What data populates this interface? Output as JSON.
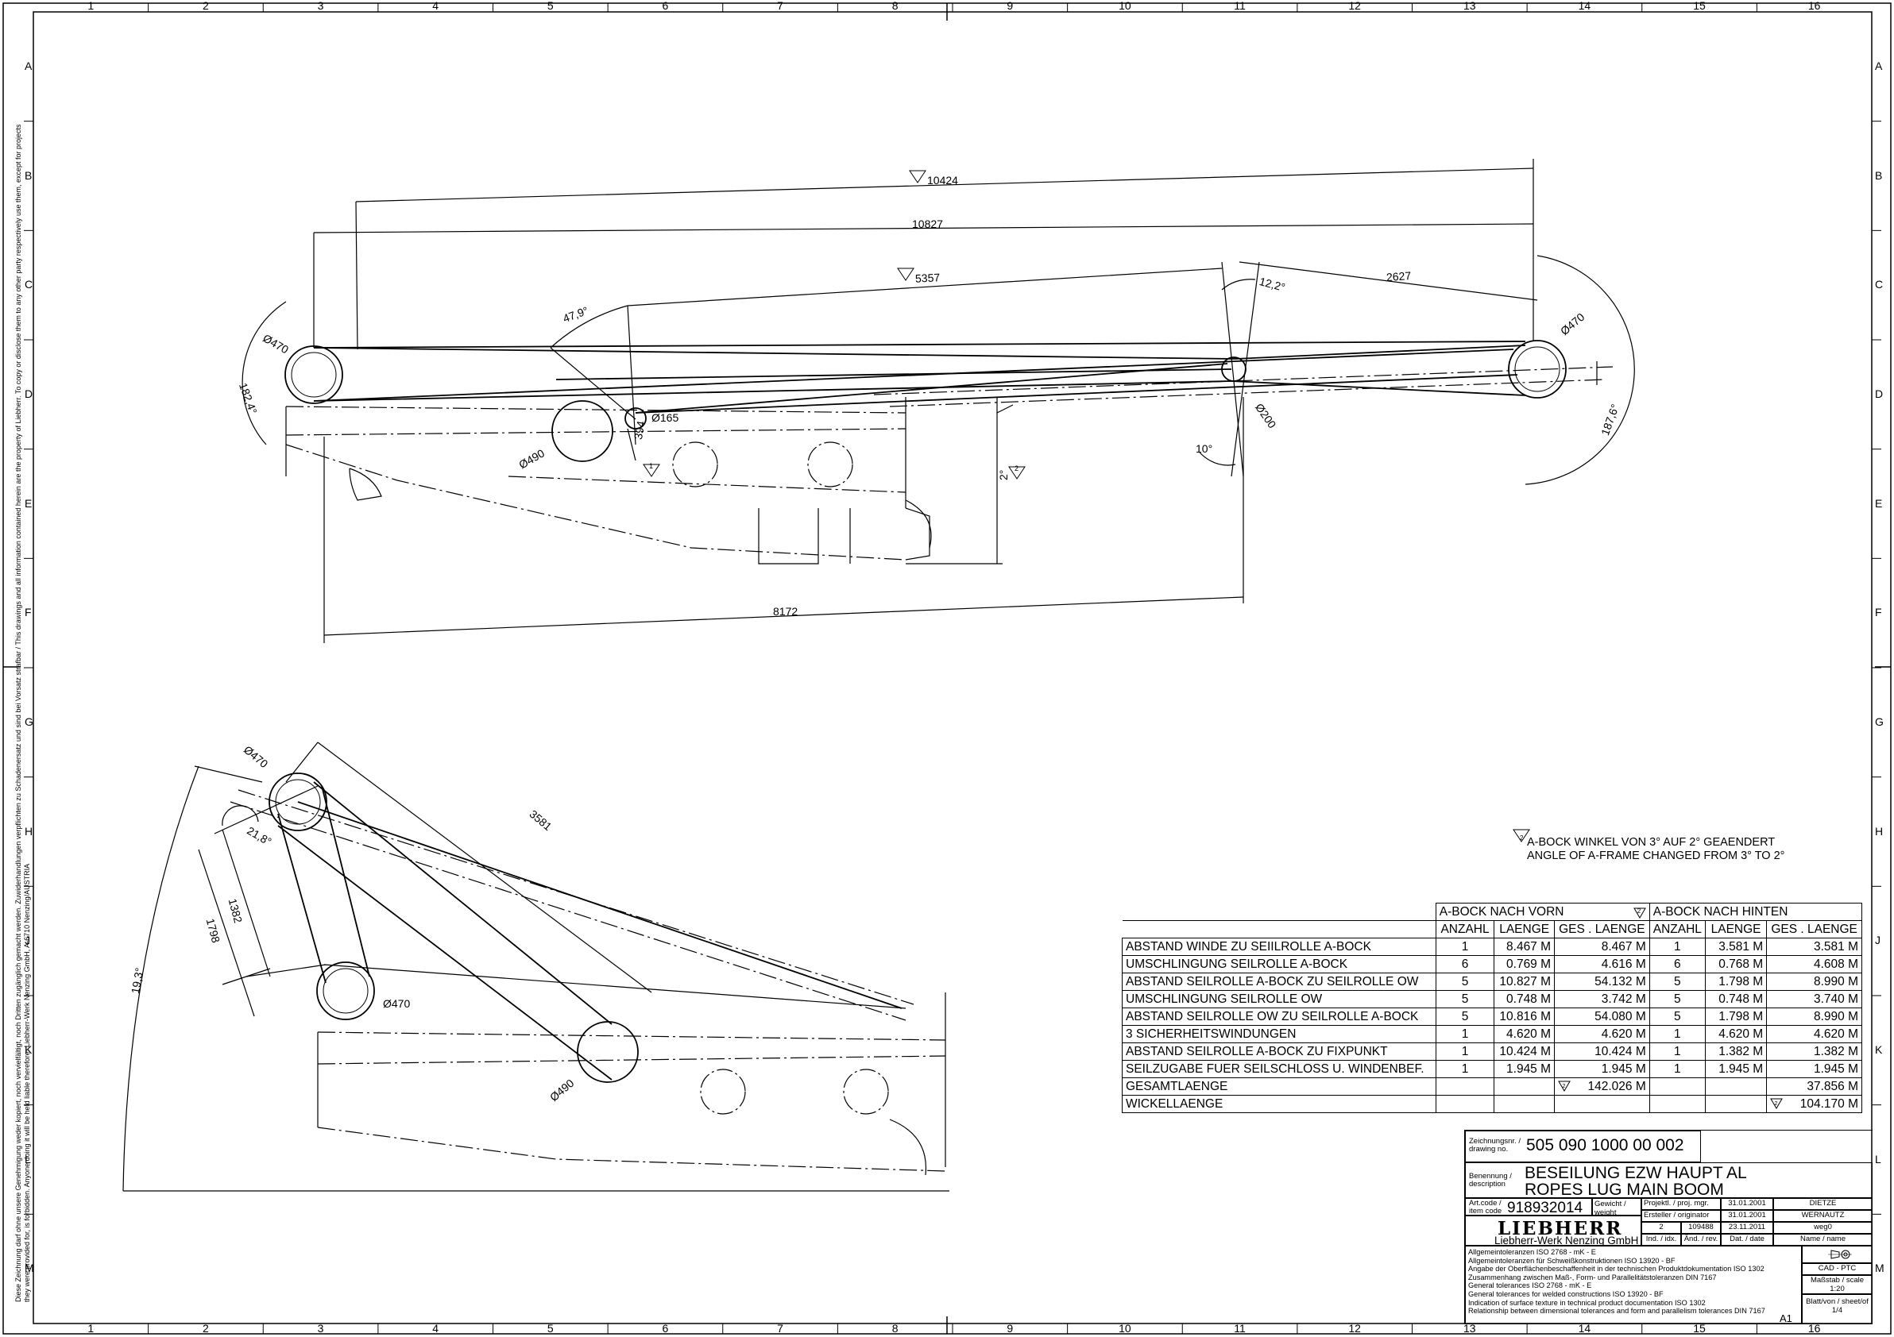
{
  "zones": {
    "columns": [
      "1",
      "2",
      "3",
      "4",
      "5",
      "6",
      "7",
      "8",
      "9",
      "10",
      "11",
      "12",
      "13",
      "14",
      "15",
      "16"
    ],
    "rows": [
      "A",
      "B",
      "C",
      "D",
      "E",
      "F",
      "G",
      "H",
      "J",
      "K",
      "L",
      "M"
    ]
  },
  "side_text": {
    "line1": "Diese Zeichnung darf ohne unsere Genehmigung weder kopiert, noch vervielfältigt, noch Dritten zugänglich gemacht werden. Zuwiderhandlungen verpflichten zu Schadenersatz und sind bei Vorsatz strafbar / This drawings and all information contained herein are the property of Liebherr. To copy or disclose them to any other party respectively use them, except for projects",
    "line2": "they were provided for, is forbidden. Anyone doing it will be held liable therefore.                                                                                                                                                            Liebherr-Werk Nenzing GmbH, A-6710 Nenzing/AUSTRIA"
  },
  "top_view": {
    "dim_10424": "10424",
    "dim_10827": "10827",
    "dim_5357": "5357",
    "dim_2627": "2627",
    "dim_8172": "8172",
    "dim_394": "394",
    "angle_47_9": "47,9°",
    "angle_12_2": "12,2°",
    "angle_10": "10°",
    "angle_2": "2°",
    "angle_182_4": "182,4°",
    "angle_187_6": "187,6°",
    "dia_470_left": "Ø470",
    "dia_470_right": "Ø470",
    "dia_165": "Ø165",
    "dia_490": "Ø490",
    "dia_200": "Ø200",
    "rev_1": "1",
    "rev_2": "2"
  },
  "bottom_view": {
    "dim_3581": "3581",
    "dim_1382": "1382",
    "dim_1798": "1798",
    "angle_21_8": "21,8°",
    "angle_19_3": "19,3°",
    "dia_470_top": "Ø470",
    "dia_470_bottom": "Ø470",
    "dia_490": "Ø490"
  },
  "revision_note": {
    "rev": "2",
    "line_de": "A-BOCK WINKEL VON 3° AUF 2° GEAENDERT",
    "line_en": "ANGLE OF A-FRAME CHANGED FROM  3° TO 2°"
  },
  "rope_table": {
    "group_front": "A-BOCK NACH VORN",
    "group_rear": "A-BOCK NACH HINTEN",
    "rev_mark": "2",
    "headers": [
      "ANZAHL",
      "LAENGE",
      "GES . LAENGE",
      "ANZAHL",
      "LAENGE",
      "GES . LAENGE"
    ],
    "rows": [
      {
        "label": "ABSTAND WINDE ZU SEIILROLLE A-BOCK",
        "n1": "1",
        "l1": "8.467 M",
        "g1": "8.467 M",
        "n2": "1",
        "l2": "3.581 M",
        "g2": "3.581 M"
      },
      {
        "label": "UMSCHLINGUNG SEILROLLE A-BOCK",
        "n1": "6",
        "l1": "0.769 M",
        "g1": "4.616 M",
        "n2": "6",
        "l2": "0.768 M",
        "g2": "4.608 M"
      },
      {
        "label": "ABSTAND SEILROLLE A-BOCK ZU SEILROLLE OW",
        "n1": "5",
        "l1": "10.827 M",
        "g1": "54.132 M",
        "n2": "5",
        "l2": "1.798 M",
        "g2": "8.990 M"
      },
      {
        "label": "UMSCHLINGUNG SEILROLLE OW",
        "n1": "5",
        "l1": "0.748 M",
        "g1": "3.742 M",
        "n2": "5",
        "l2": "0.748 M",
        "g2": "3.740 M"
      },
      {
        "label": "ABSTAND SEILROLLE OW ZU SEILROLLE A-BOCK",
        "n1": "5",
        "l1": "10.816 M",
        "g1": "54.080 M",
        "n2": "5",
        "l2": "1.798 M",
        "g2": "8.990 M"
      },
      {
        "label": "3 SICHERHEITSWINDUNGEN",
        "n1": "1",
        "l1": "4.620 M",
        "g1": "4.620 M",
        "n2": "1",
        "l2": "4.620 M",
        "g2": "4.620 M"
      },
      {
        "label": "ABSTAND SEILROLLE A-BOCK ZU FIXPUNKT",
        "n1": "1",
        "l1": "10.424 M",
        "g1": "10.424 M",
        "n2": "1",
        "l2": "1.382 M",
        "g2": "1.382 M"
      },
      {
        "label": "SEILZUGABE FUER SEILSCHLOSS U. WINDENBEF.",
        "n1": "1",
        "l1": "1.945 M",
        "g1": "1.945 M",
        "n2": "1",
        "l2": "1.945 M",
        "g2": "1.945 M"
      }
    ],
    "total_label": "GESAMTLAENGE",
    "total_front": "142.026 M",
    "total_rear": "37.856 M",
    "wind_label": "WICKELLAENGE",
    "wind_rear": "104.170 M"
  },
  "title_block": {
    "drawing_no_label": "Zeichnungsnr. / drawing no.",
    "drawing_no": "505 090 1000 00 002",
    "description_label": "Benennung / description",
    "title_de": "BESEILUNG EZW HAUPT AL",
    "title_en": "ROPES LUG MAIN BOOM",
    "item_code_label": "Art.code / item code",
    "item_code": "918932014",
    "weight_label": "Gewicht / weight",
    "proj_mgr_label": "Projektl. / proj. mgr.",
    "proj_mgr_date": "31.01.2001",
    "proj_mgr_name": "DIETZE",
    "originator_label": "Ersteller / originator",
    "originator_date": "31.01.2001",
    "originator_name": "WERNAUTZ",
    "rev_idx": "2",
    "rev_no": "109488",
    "rev_date": "23.11.2011",
    "rev_name": "weg0",
    "col_ind": "Ind. / idx.",
    "col_and": "Änd. / rev.",
    "col_dat": "Dat. / date",
    "col_name": "Name / name",
    "brand": "LIEBHERR",
    "company": "Liebherr-Werk Nenzing GmbH",
    "tolerances": [
      "Allgemeintoleranzen ISO 2768 - mK - E",
      "Allgemeintoleranzen für Schweißkonstruktionen ISO 13920 - BF",
      "Angabe der Oberflächenbeschaffenheit in der technischen Produktdokumentation ISO 1302",
      "Zusammenhang zwischen Maß-, Form- und Parallelitätstoleranzen DIN 7167",
      "General tolerances ISO 2768 - mK - E",
      "General tolerances for welded constructions ISO 13920 - BF",
      "Indication of surface texture in technical product documentation ISO 1302",
      "Relationship between dimensional tolerances and form and parallelism tolerances DIN 7167"
    ],
    "cad": "CAD - PTC",
    "scale_label": "Maßstab / scale",
    "scale": "1:20",
    "sheet_label": "Blatt/von / sheet/of",
    "sheet": "1/4",
    "format": "A1"
  }
}
